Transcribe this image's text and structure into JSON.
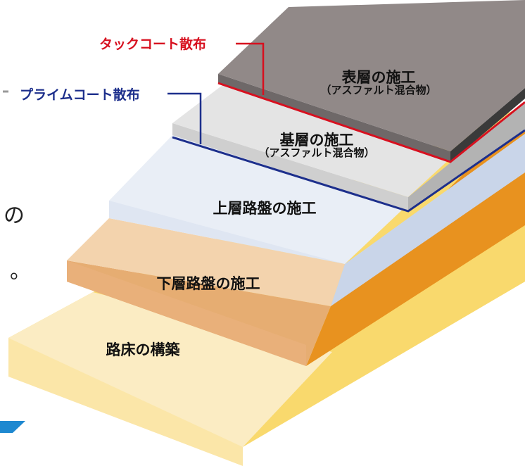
{
  "layers": [
    {
      "label": "路床の構築",
      "sublabel": ""
    },
    {
      "label": "下層路盤の施工",
      "sublabel": ""
    },
    {
      "label": "上層路盤の施工",
      "sublabel": ""
    },
    {
      "label": "基層の施工",
      "sublabel": "（アスファルト混合物）"
    },
    {
      "label": "表層の施工",
      "sublabel": "（アスファルト混合物）"
    }
  ],
  "callouts": {
    "tack": {
      "label": "タックコート散布",
      "color": "#d7101f"
    },
    "prime": {
      "label": "プライムコート散布",
      "color": "#1d2f8c"
    }
  },
  "fragments": {
    "line1": "の",
    "line2": "。"
  },
  "colors": {
    "subgrade": "#fbecc3",
    "lower_base": "#f3d3ad",
    "upper_base": "#e9eef6",
    "binder": "#e4e4e4",
    "surface": "#918988",
    "side_yellow": "#f7cf63",
    "side_orange": "#e8921f",
    "accent_blue": "#1e88d0"
  }
}
